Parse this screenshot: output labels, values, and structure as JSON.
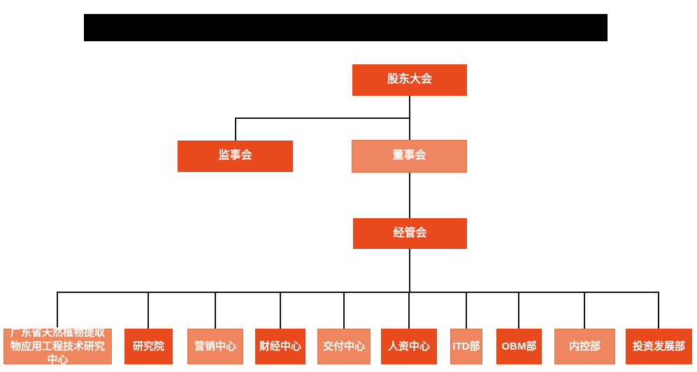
{
  "diagram": {
    "type": "org-chart",
    "title_redacted": true,
    "colors": {
      "node_dark": "#e8491d",
      "node_light": "#ee8660",
      "node_text": "#ffffff",
      "line": "#141414",
      "redacted_bar": "#000000",
      "background": "#ffffff"
    },
    "nodes": {
      "shareholders": {
        "label": "股东大会",
        "level": 1,
        "variant": "dark",
        "parent": null
      },
      "supervisory": {
        "label": "监事会",
        "level": 2,
        "variant": "dark",
        "parent": "shareholders"
      },
      "board": {
        "label": "董事会",
        "level": 2,
        "variant": "light",
        "parent": "shareholders"
      },
      "management": {
        "label": "经管会",
        "level": 3,
        "variant": "dark",
        "parent": "board"
      },
      "research_center": {
        "label": "广东省天然植物提取物应用工程技术研究中心",
        "level": 4,
        "variant": "light",
        "parent": "management"
      },
      "research_institute": {
        "label": "研究院",
        "level": 4,
        "variant": "dark",
        "parent": "management"
      },
      "marketing": {
        "label": "营销中心",
        "level": 4,
        "variant": "light",
        "parent": "management"
      },
      "finance": {
        "label": "财经中心",
        "level": 4,
        "variant": "dark",
        "parent": "management"
      },
      "delivery": {
        "label": "交付中心",
        "level": 4,
        "variant": "light",
        "parent": "management"
      },
      "hr": {
        "label": "人资中心",
        "level": 4,
        "variant": "dark",
        "parent": "management"
      },
      "itd": {
        "label": "ITD部",
        "level": 4,
        "variant": "light",
        "parent": "management"
      },
      "obm": {
        "label": "OBM部",
        "level": 4,
        "variant": "dark",
        "parent": "management"
      },
      "internal_control": {
        "label": "内控部",
        "level": 4,
        "variant": "light",
        "parent": "management"
      },
      "investment": {
        "label": "投资发展部",
        "level": 4,
        "variant": "dark",
        "parent": "management"
      }
    }
  }
}
